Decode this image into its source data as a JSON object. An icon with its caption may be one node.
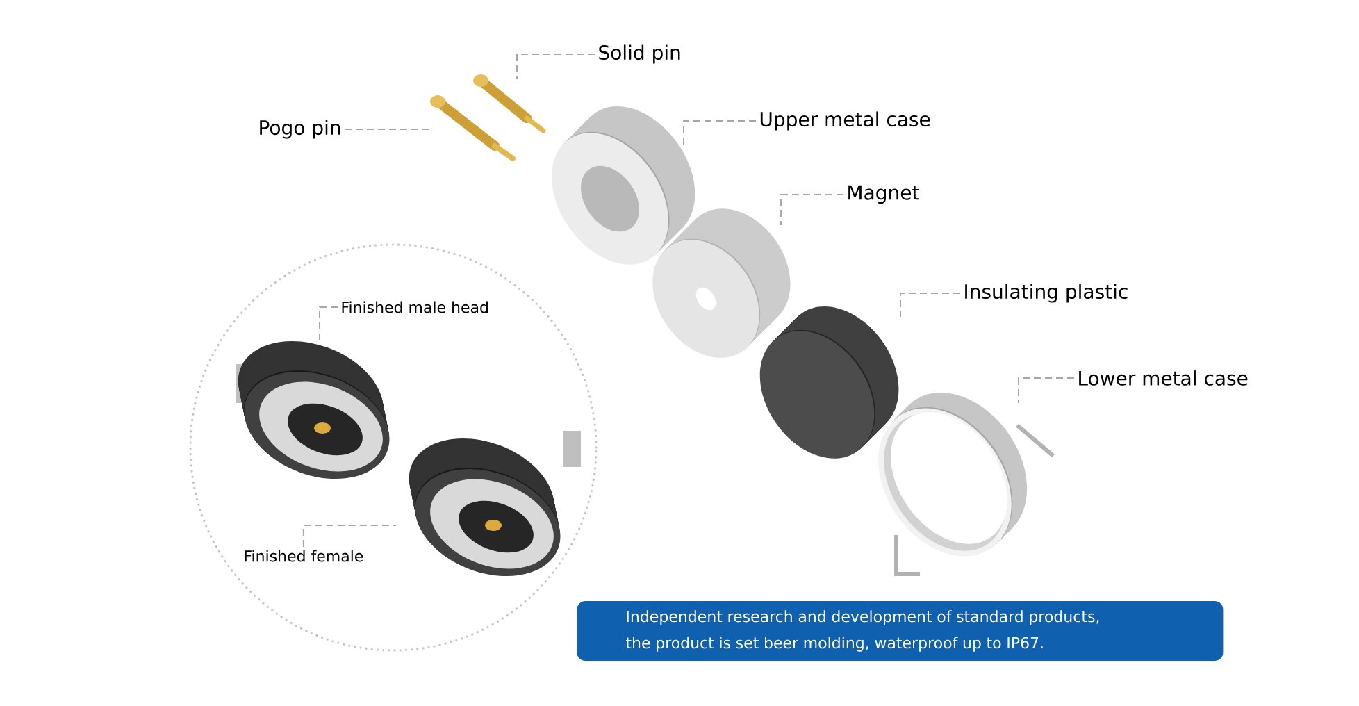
{
  "diagram": {
    "nodes": [
      {
        "text": [
          "Solid pin"
        ]
      },
      {
        "text": [],
        "shape": "picture"
      },
      {
        "text": [
          "Pogo pin"
        ]
      },
      {
        "text": [],
        "shape": "picture"
      },
      {
        "text": [
          "Upper metal case"
        ]
      },
      {
        "text": [],
        "shape": "picture"
      },
      {
        "text": [
          "Magnet"
        ]
      },
      {
        "text": [],
        "shape": "picture"
      },
      {
        "text": [
          "Insulating plastic"
        ]
      },
      {
        "text": [],
        "shape": "picture"
      },
      {
        "text": [
          "Lower metal case"
        ]
      },
      {
        "text": [],
        "shape": "picture"
      },
      {
        "text": [],
        "shape": "circle"
      },
      {
        "text": [
          "Finished male head"
        ],
        "in": 12
      },
      {
        "text": [],
        "shape": "picture",
        "in": 12
      },
      {
        "text": [
          "Finished female"
        ],
        "in": 12
      },
      {
        "text": [],
        "shape": "picture",
        "in": 12
      },
      {
        "text": [
          "Independent research and development of standard products, the product is set beer molding, waterproof up to IP67."
        ]
      }
    ],
    "edges": [
      {
        "from": 0,
        "to": 1,
        "arrow": "none",
        "style": "dashed"
      },
      {
        "from": 2,
        "to": 3,
        "arrow": "none",
        "style": "dashed"
      },
      {
        "from": 4,
        "to": 5,
        "arrow": "none",
        "style": "dashed"
      },
      {
        "from": 6,
        "to": 7,
        "arrow": "none",
        "style": "dashed"
      },
      {
        "from": 8,
        "to": 9,
        "arrow": "none",
        "style": "dashed"
      },
      {
        "from": 10,
        "to": 11,
        "arrow": "none",
        "style": "dashed"
      },
      {
        "from": 13,
        "to": 14,
        "arrow": "none",
        "style": "dashed"
      },
      {
        "from": 15,
        "to": 16,
        "arrow": "none",
        "style": "dashed"
      }
    ]
  }
}
